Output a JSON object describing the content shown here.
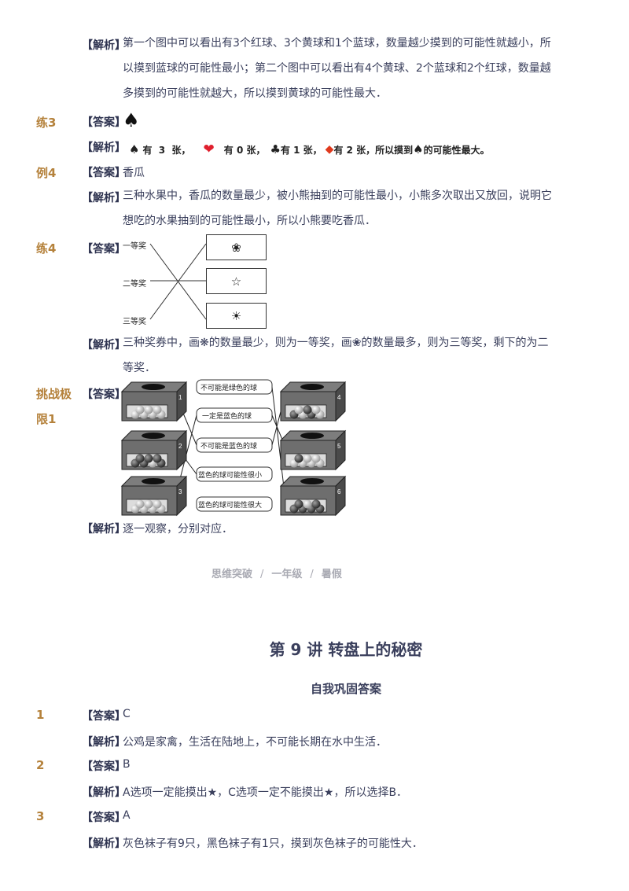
{
  "block1": {
    "analysis_tag": "【解析】",
    "lines": [
      "第一个图中可以看出有3个红球、3个黄球和1个蓝球，数量越少摸到的可能性就越小，所",
      "以摸到蓝球的可能性最小；第二个图中可以看出有4个黄球、2个蓝球和2个红球，数量越",
      "多摸到的可能性就越大，所以摸到黄球的可能性最大．"
    ]
  },
  "lian3": {
    "num": "练3",
    "answer_tag": "【答案】",
    "answer_symbol": "♠",
    "analysis_tag": "【解析】",
    "analysis_parts": {
      "p1": "有  3  张，",
      "p2": "有 0 张，",
      "p3": "有 1 张，",
      "p4": "有 2 张，所以摸到",
      "p5": "的可能性最大。"
    },
    "colors": {
      "heart": "#e0202e",
      "diamond": "#e03a1e",
      "black": "#111111"
    }
  },
  "li4": {
    "num": "例4",
    "answer_tag": "【答案】",
    "answer": "香瓜",
    "analysis_tag": "【解析】",
    "lines": [
      "三种水果中，香瓜的数量最少，被小熊抽到的可能性最小，小熊多次取出又放回，说明它",
      "想吃的水果抽到的可能性最小，所以小熊要吃香瓜．"
    ]
  },
  "lian4": {
    "num": "练4",
    "answer_tag": "【答案】",
    "prizes": [
      "一等奖",
      "二等奖",
      "三等奖"
    ],
    "boxes": [
      "❀",
      "☆",
      "☀"
    ],
    "analysis_tag": "【解析】",
    "lines": [
      "三种奖券中，画❋的数量最少，则为一等奖，画❀的数量最多，则为三等奖，剩下的为二",
      "等奖．"
    ]
  },
  "challenge": {
    "num_line1": "挑战极",
    "num_line2": "限1",
    "answer_tag": "【答案】",
    "left_boxes": [
      "1",
      "2",
      "3"
    ],
    "right_boxes": [
      "4",
      "5",
      "6"
    ],
    "labels": [
      "不可能是绿色的球",
      "一定是蓝色的球",
      "不可能是蓝色的球",
      "蓝色的球可能性很小",
      "蓝色的球可能性很大"
    ],
    "analysis_tag": "【解析】",
    "analysis": "逐一观察，分别对应．"
  },
  "footer": {
    "a": "思维突破",
    "sep": "/",
    "b": "一年级",
    "c": "暑假"
  },
  "lecture": {
    "title": "第 9 讲  转盘上的秘密",
    "subtitle": "自我巩固答案",
    "items": [
      {
        "num": "1",
        "answer_tag": "【答案】",
        "answer": "C",
        "analysis_tag": "【解析】",
        "analysis": "公鸡是家禽，生活在陆地上，不可能长期在水中生活．"
      },
      {
        "num": "2",
        "answer_tag": "【答案】",
        "answer": "B",
        "analysis_tag": "【解析】",
        "analysis": "A选项一定能摸出★，C选项一定不能摸出★，所以选择B．"
      },
      {
        "num": "3",
        "answer_tag": "【答案】",
        "answer": "A",
        "analysis_tag": "【解析】",
        "analysis": "灰色袜子有9只，黑色袜子有1只，摸到灰色袜子的可能性大．"
      }
    ]
  }
}
